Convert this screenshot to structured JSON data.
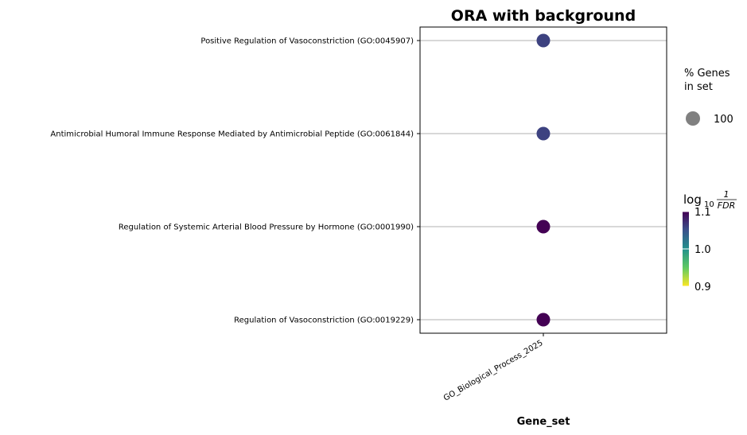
{
  "chart_data": {
    "type": "scatter",
    "title": "ORA with background",
    "xlabel": "Gene_set",
    "categories": [
      "GO_Biological_Process_2025"
    ],
    "terms": [
      "Positive Regulation of Vasoconstriction (GO:0045907)",
      "Antimicrobial Humoral Immune Response Mediated by Antimicrobial Peptide (GO:0061844)",
      "Regulation of Systemic Arterial Blood Pressure by Hormone (GO:0001990)",
      "Regulation of Vasoconstriction (GO:0019229)"
    ],
    "points": [
      {
        "term": "Positive Regulation of Vasoconstriction (GO:0045907)",
        "gene_set": "GO_Biological_Process_2025",
        "neg_log10_fdr": 1.06,
        "pct_genes": 100
      },
      {
        "term": "Antimicrobial Humoral Immune Response Mediated by Antimicrobial Peptide (GO:0061844)",
        "gene_set": "GO_Biological_Process_2025",
        "neg_log10_fdr": 1.06,
        "pct_genes": 100
      },
      {
        "term": "Regulation of Systemic Arterial Blood Pressure by Hormone (GO:0001990)",
        "gene_set": "GO_Biological_Process_2025",
        "neg_log10_fdr": 1.1,
        "pct_genes": 100
      },
      {
        "term": "Regulation of Vasoconstriction (GO:0019229)",
        "gene_set": "GO_Biological_Process_2025",
        "neg_log10_fdr": 1.12,
        "pct_genes": 100
      }
    ],
    "size_legend": {
      "title_line1": "% Genes",
      "title_line2": "in set",
      "value": 100,
      "label": "100"
    },
    "colorbar": {
      "title_main": "log",
      "title_sub": "10",
      "frac_num": "1",
      "frac_den": "FDR",
      "range": [
        0.9,
        1.1
      ],
      "ticks": [
        0.9,
        1.0,
        1.1
      ],
      "tick_labels": [
        "0.9",
        "1.0",
        "1.1"
      ],
      "colormap": "viridis"
    },
    "grid": "horizontal",
    "marker_color_legend": "#808080"
  }
}
